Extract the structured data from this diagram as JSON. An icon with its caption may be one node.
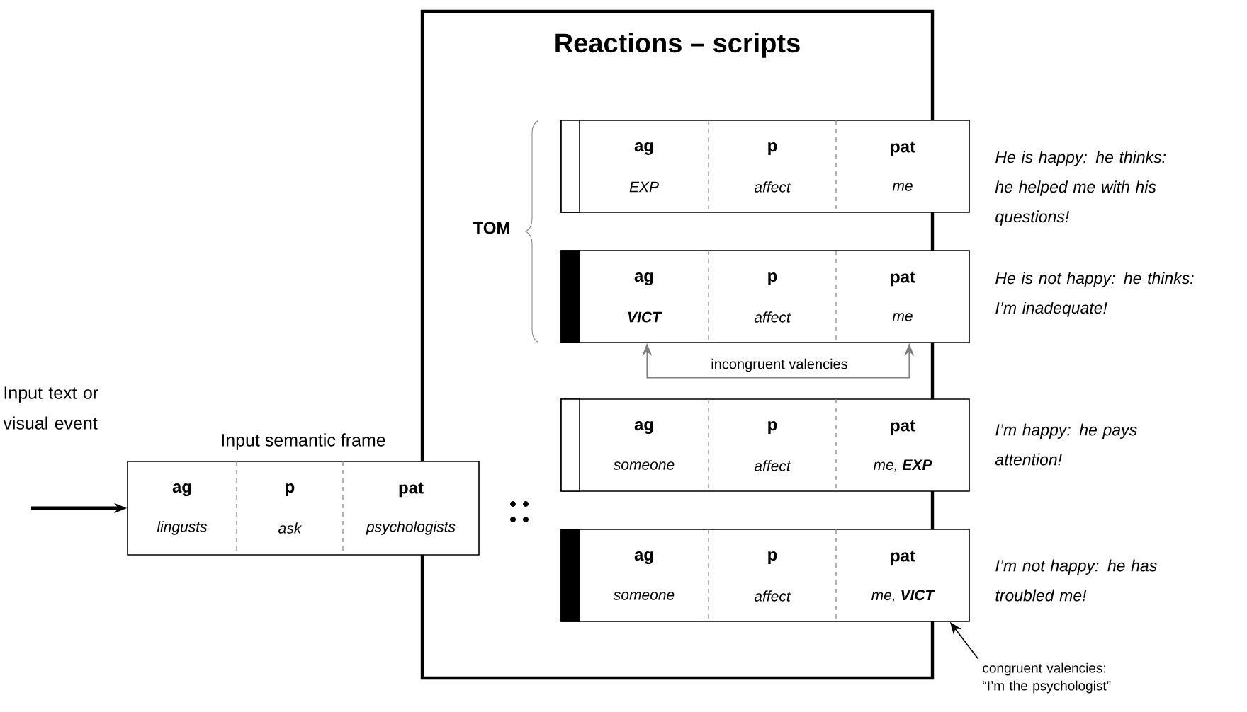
{
  "diagram": {
    "nodes": [
      {
        "text": [
          "Reactions – scripts"
        ]
      },
      {
        "text": [
          "ag",
          "p",
          "pat",
          "EXP",
          "affect",
          "me"
        ],
        "beside": [
          "He is happy: he thinks: he helped me with his questions!"
        ]
      },
      {
        "text": [
          "ag",
          "p",
          "pat",
          "**VICT**",
          "affect",
          "me"
        ],
        "beside": [
          "He is not happy: he thinks: I’m inadequate!"
        ]
      },
      {
        "text": [
          "incongruent valencies"
        ],
        "in": 0
      },
      {
        "text": [
          "ag",
          "p",
          "pat",
          "someone",
          "affect",
          "me, **EXP**"
        ],
        "beside": [
          "I’m happy: he pays attention!"
        ]
      },
      {
        "text": [
          "ag",
          "p",
          "pat",
          "someone",
          "affect",
          "me, **VICT**"
        ],
        "beside": [
          "I’m not happy: he has troubled me!"
        ]
      },
      {
        "text": [
          "Input semantic frame",
          "ag",
          "p",
          "pat",
          "lingusts",
          "ask",
          "psychologists"
        ]
      },
      {
        "text": [
          "congruent valencies: “I’m the psychologist”"
        ]
      }
    ],
    "edges": [
      {
        "from": null,
        "to": 6,
        "arrow": "to",
        "style": "thick"
      },
      {
        "from": 3,
        "to": 2,
        "arrow": "to",
        "color": "#808080"
      },
      {
        "from": 3,
        "to": 2,
        "arrow": "to",
        "color": "#808080"
      },
      {
        "from": 7,
        "to": 5,
        "arrow": "to"
      }
    ],
    "labels": [
      "Input text or visual event",
      "TOM"
    ]
  }
}
